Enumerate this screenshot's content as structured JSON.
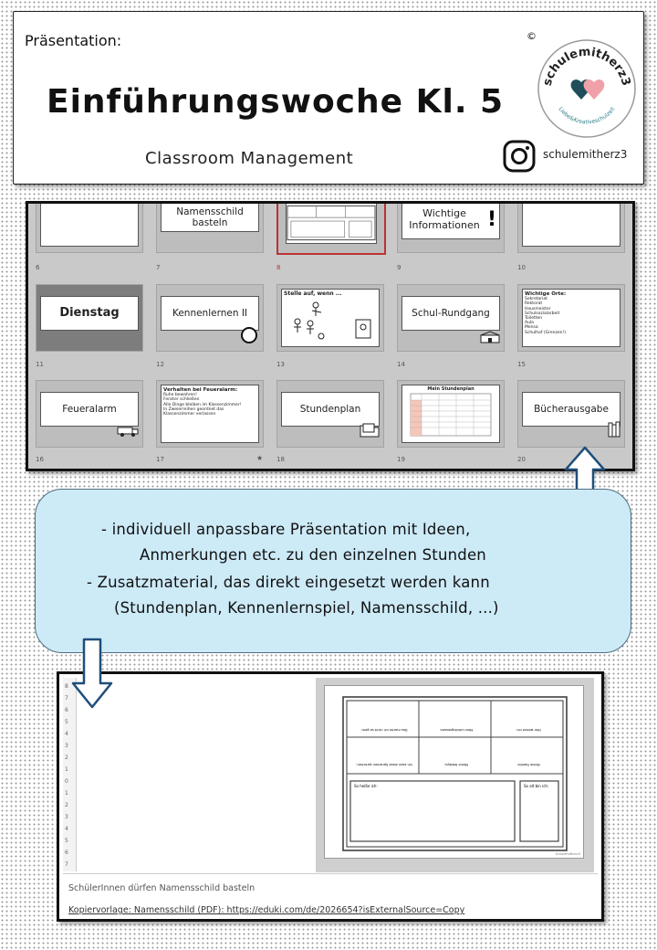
{
  "header": {
    "label": "Präsentation:",
    "title": "Einführungswoche Kl. 5",
    "subtitle": "Classroom Management",
    "copyright": "©",
    "logo_text": "schulemitherz3",
    "logo_tagline": "Liebe&Kreativeschulzeit",
    "instagram_handle": "schulemitherz3"
  },
  "slides": [
    {
      "num": "6",
      "label": ""
    },
    {
      "num": "7",
      "label": "Namensschild basteln"
    },
    {
      "num": "8",
      "label": ""
    },
    {
      "num": "9",
      "label": "Wichtige Informationen"
    },
    {
      "num": "10",
      "label": ""
    },
    {
      "num": "11",
      "label": "Dienstag"
    },
    {
      "num": "12",
      "label": "Kennenlernen II"
    },
    {
      "num": "13",
      "label": "Stelle auf, wenn ..."
    },
    {
      "num": "14",
      "label": "Schul-Rundgang"
    },
    {
      "num": "15",
      "label": "Wichtige Orte:",
      "items": [
        "Sekretariat",
        "Rektorat",
        "Hausmeister",
        "Schulsozialarbeit",
        "Toiletten",
        "Aula",
        "Mensa",
        "Schulhof (Grenzen!)"
      ]
    },
    {
      "num": "16",
      "label": "Feueralarm"
    },
    {
      "num": "17",
      "label": "Verhalten bei Feueralarm:",
      "items": [
        "Ruhe bewahren!",
        "Fenster schließen",
        "Alle Dinge bleiben im Klassenzimmer!",
        "In Zweierreihen geordnet das Klassenzimmer verlassen"
      ]
    },
    {
      "num": "18",
      "label": "Stundenplan"
    },
    {
      "num": "19",
      "label": "Mein Stundenplan"
    },
    {
      "num": "20",
      "label": "Bücherausgabe"
    }
  ],
  "info": {
    "line1": "-   individuell anpassbare Präsentation mit Ideen,",
    "line2": "Anmerkungen etc. zu den einzelnen Stunden",
    "line3": "-   Zusatzmaterial, das direkt eingesetzt werden kann",
    "line4": "(Stundenplan, Kennenlernspiel, Namensschild, ...)"
  },
  "notes": {
    "text": "SchülerInnen dürfen Namensschild basteln",
    "link": "Kopiervorlage: Namensschild (PDF): https://eduki.com/de/2026654?isExternalSource=Copy",
    "ruler_marks": [
      "8",
      "7",
      "6",
      "5",
      "4",
      "3",
      "2",
      "1",
      "0",
      "1",
      "2",
      "3",
      "4",
      "5",
      "6",
      "7"
    ],
    "sheet_cells": [
      "Das mache ich nicht so gern:",
      "Mein Lieblingsessen:",
      "Hier wohne ich:",
      "Ich kann diese Sprachen sprechen:",
      "Meine Hobbys:",
      "Meine Familie:"
    ],
    "sheet_box1": "So heiße ich:",
    "sheet_box2": "So alt bin ich:",
    "sheet_credit": "Schulemitherz3"
  }
}
